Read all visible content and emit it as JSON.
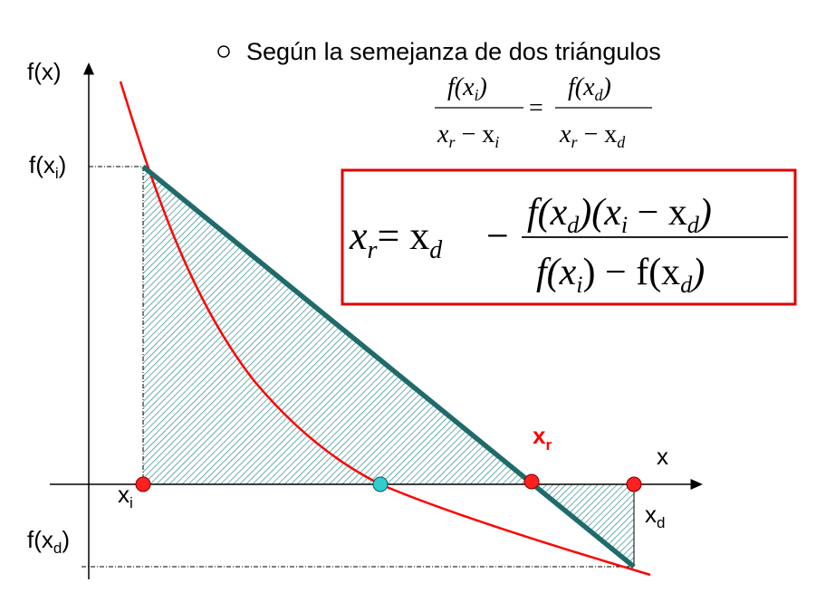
{
  "bullet": {
    "text": "Según la semejanza de dos triángulos"
  },
  "axis_labels": {
    "y_axis": "f(x)",
    "x_axis": "x",
    "fxi_main": "f(x",
    "fxi_sub": "i",
    "fxi_close": ")",
    "fxd_main": "f(x",
    "fxd_sub": "d",
    "fxd_close": ")",
    "xi_main": "x",
    "xi_sub": "i",
    "xd_main": "x",
    "xd_sub": "d",
    "xr_main": "x",
    "xr_sub": "r"
  },
  "similarity_equation": {
    "lhs_num": "f(x",
    "lhs_num_sub": "i",
    "lhs_num_close": ")",
    "lhs_den_a": "x",
    "lhs_den_a_sub": "r",
    "lhs_den_op": " − x",
    "lhs_den_b_sub": "i",
    "equals": "=",
    "rhs_num": "f(x",
    "rhs_num_sub": "d",
    "rhs_num_close": ")",
    "rhs_den_a": "x",
    "rhs_den_a_sub": "r",
    "rhs_den_op": " − x",
    "rhs_den_b_sub": "d"
  },
  "result_formula": {
    "lhs": "x",
    "lhs_sub": "r",
    "eq": "= x",
    "eq_sub": "d",
    "minus": "−",
    "num_a": "f(x",
    "num_a_sub": "d",
    "num_a_close": ")(x",
    "num_a_sub2": "i",
    "num_minus": " − x",
    "num_b_sub": "d",
    "num_close": ")",
    "den_a": "f(x",
    "den_a_sub": "i",
    "den_mid": ") − f(x",
    "den_b_sub": "d",
    "den_close": ")"
  },
  "colors": {
    "curve": "#ff0000",
    "secant": "#1f6b6b",
    "hatch": "#2e8b8b",
    "point_fill": "#ff2020",
    "root_point_fill": "#33cccc",
    "box_border": "#e00000",
    "xr_label": "#ff0000"
  }
}
